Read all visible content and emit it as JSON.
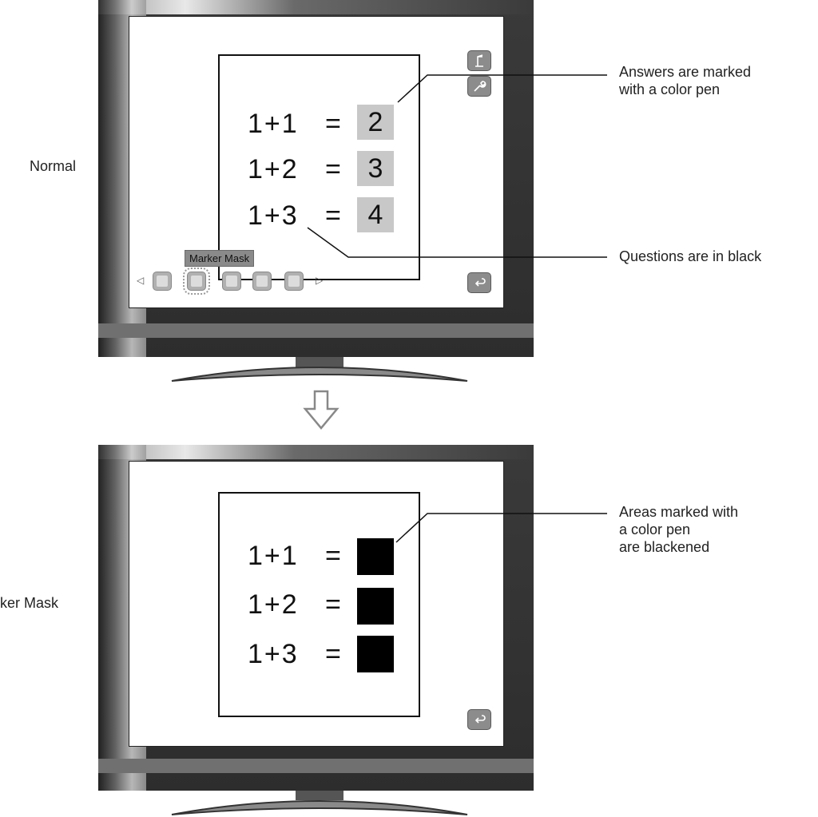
{
  "labels": {
    "normal": "Normal",
    "marker_mask": "ker Mask"
  },
  "callouts": {
    "answers_marked": [
      "Answers are marked",
      "with a color pen"
    ],
    "questions_black": "Questions are in black",
    "areas_blackened": [
      "Areas marked with",
      "a color pen",
      "are blackened"
    ]
  },
  "top_screen": {
    "equations": [
      {
        "question": "1+1",
        "equals": "=",
        "answer": "2"
      },
      {
        "question": "1+2",
        "equals": "=",
        "answer": "3"
      },
      {
        "question": "1+3",
        "equals": "=",
        "answer": "4"
      }
    ],
    "tooltip": "Marker Mask",
    "answer_fill": "#c8c8c8"
  },
  "bottom_screen": {
    "equations": [
      {
        "question": "1+1",
        "equals": "="
      },
      {
        "question": "1+2",
        "equals": "="
      },
      {
        "question": "1+3",
        "equals": "="
      }
    ],
    "mask_fill": "#000000"
  },
  "icons": {
    "camera": "document-camera-icon",
    "settings": "wrench-icon",
    "back": "return-arrow-icon",
    "down_arrow": "down-chevron-arrow-icon"
  }
}
